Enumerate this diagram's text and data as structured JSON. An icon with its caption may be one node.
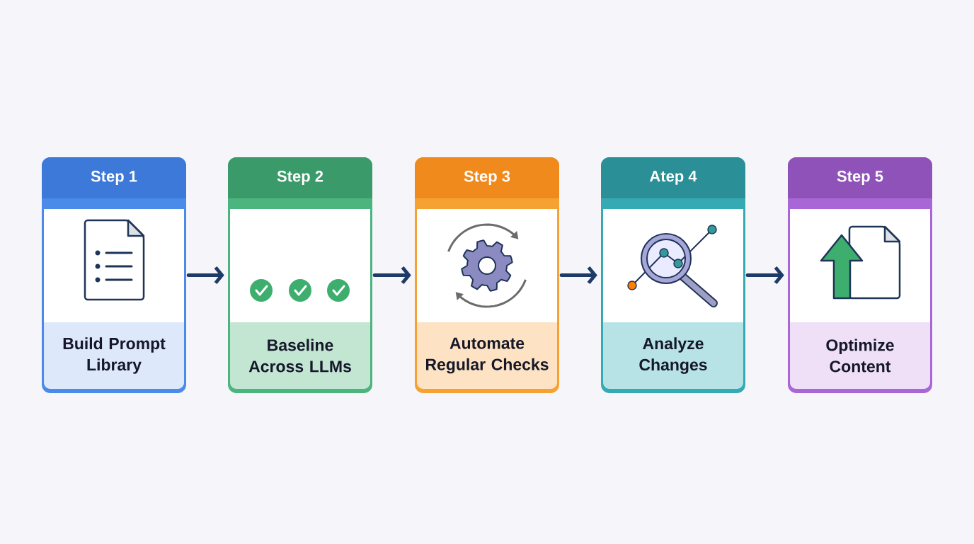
{
  "diagram": {
    "nodes": [
      {
        "text": [
          "Step 1",
          "Build Prompt Library"
        ]
      },
      {
        "text": [
          "Step 2",
          "Baseline Across LLMs"
        ]
      },
      {
        "text": [
          "Step 3",
          "Automate Regular Checks"
        ]
      },
      {
        "text": [
          "Atep 4",
          "Analyze Changes"
        ]
      },
      {
        "text": [
          "Step 5",
          "Optimize Content"
        ]
      }
    ],
    "edges": [
      {
        "from": 0,
        "to": 1,
        "arrow": "to"
      },
      {
        "from": 1,
        "to": 2,
        "arrow": "to"
      },
      {
        "from": 2,
        "to": 3,
        "arrow": "to"
      },
      {
        "from": 3,
        "to": 4,
        "arrow": "to"
      }
    ]
  }
}
